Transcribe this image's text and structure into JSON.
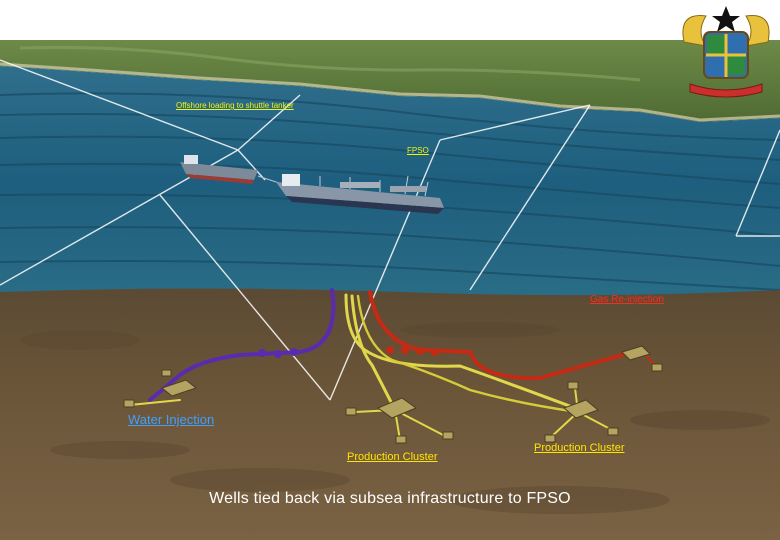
{
  "labels": {
    "offloading": "Offshore loading to shuttle tanker",
    "fpso": "FPSO",
    "gas_reinjection": "Gas Re-injection",
    "water_injection": "Water Injection",
    "production_cluster_left": "Production Cluster",
    "production_cluster_right": "Production Cluster"
  },
  "caption": "Wells tied back via subsea infrastructure to FPSO",
  "colors": {
    "label_yellow": "#f3f30a",
    "gas_line": "#c42a14",
    "water_line": "#5a2bb0",
    "production_line": "#e0d84a",
    "sea": "#1d5b7a",
    "seabed": "#6a5236",
    "land": "#5f7d3a"
  },
  "icons": [
    "shuttle-tanker",
    "fpso-vessel",
    "subsea-manifold",
    "wellhead",
    "coat-of-arms"
  ]
}
